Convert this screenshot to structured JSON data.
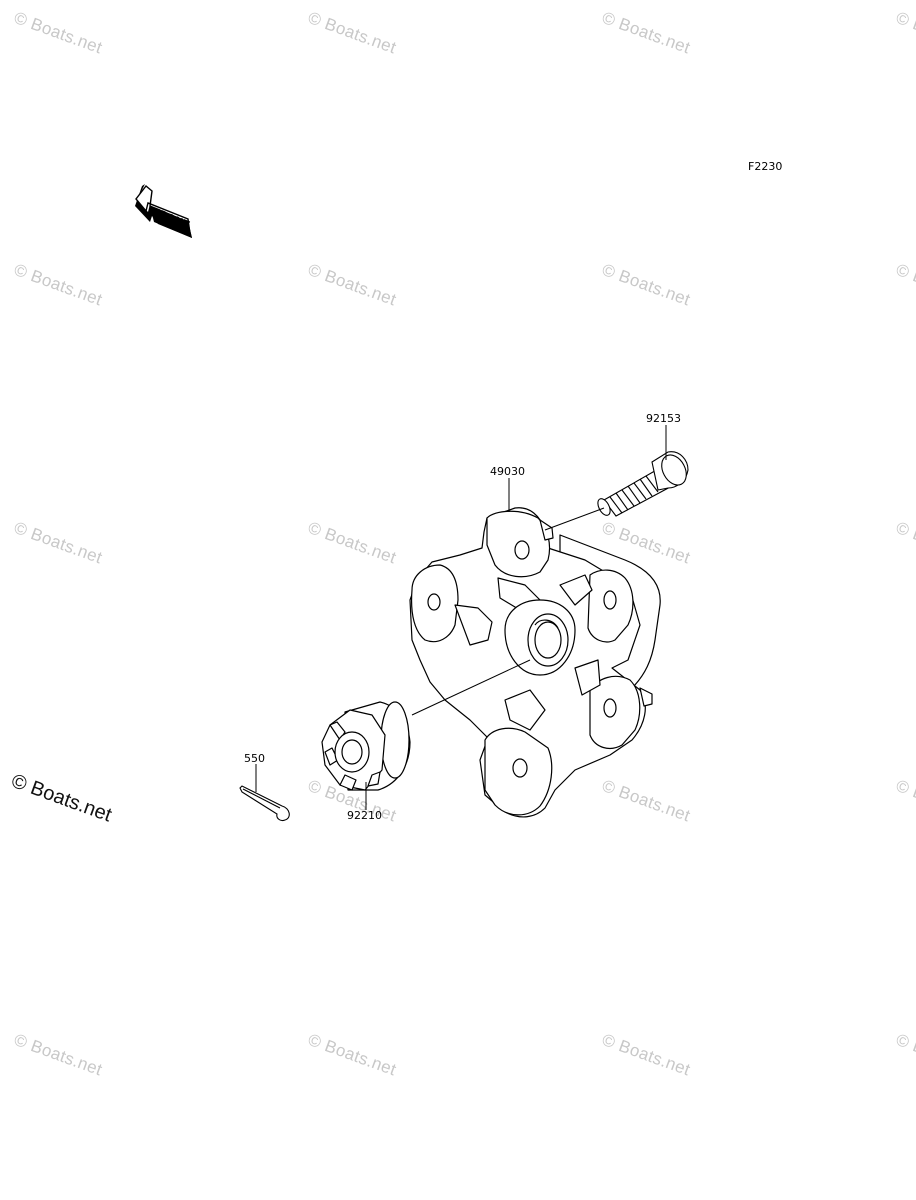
{
  "diagram": {
    "figure_code": "F2230",
    "front_label": "FRONT",
    "watermark": "© Boats.net",
    "parts": [
      {
        "id": "p1",
        "number": "92153"
      },
      {
        "id": "p2",
        "number": "49030"
      },
      {
        "id": "p3",
        "number": "550"
      },
      {
        "id": "p4",
        "number": "92210"
      }
    ]
  }
}
